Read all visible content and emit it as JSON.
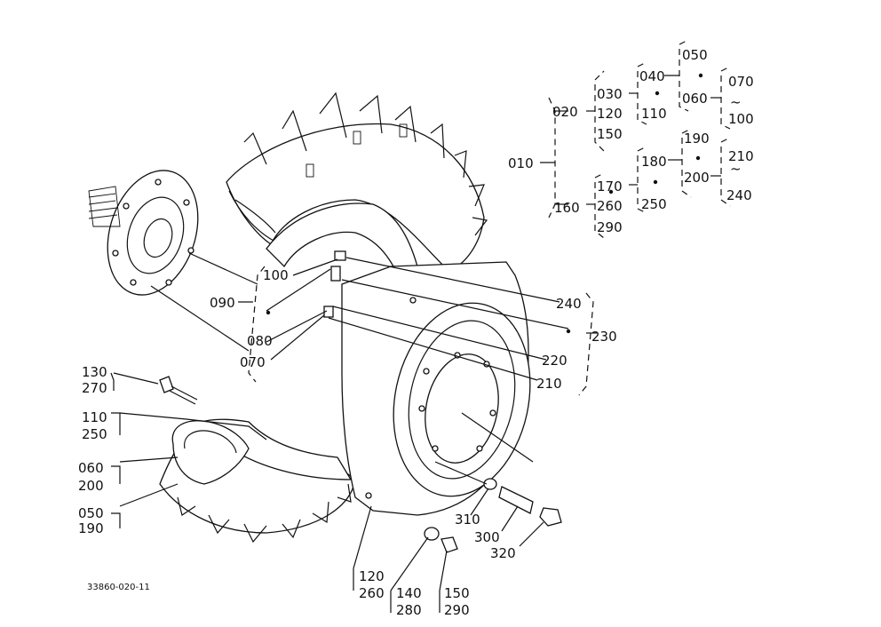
{
  "drawing_code": "33860-020-11",
  "labels": {
    "l010": "010",
    "l020": "020",
    "l030": "030",
    "l120a": "120",
    "l150a": "150",
    "l040": "040",
    "l110a": "110",
    "l050a": "050",
    "l060a": "060",
    "l070a": "070",
    "l100a": "100",
    "l160": "160",
    "l170": "170",
    "l260a": "260",
    "l290a": "290",
    "l180": "180",
    "l250a": "250",
    "l190a": "190",
    "l200a": "200",
    "l210a": "210",
    "l240a": "240",
    "l100b": "100",
    "l090": "090",
    "l080": "080",
    "l070b": "070",
    "l240b": "240",
    "l230": "230",
    "l220": "220",
    "l210b": "210",
    "l130": "130",
    "l270": "270",
    "l110b": "110",
    "l250b": "250",
    "l060b": "060",
    "l200b": "200",
    "l050b": "050",
    "l190b": "190",
    "l310": "310",
    "l300": "300",
    "l320": "320",
    "l120b": "120",
    "l260b": "260",
    "l140": "140",
    "l280": "280",
    "l150b": "150",
    "l290b": "290"
  }
}
